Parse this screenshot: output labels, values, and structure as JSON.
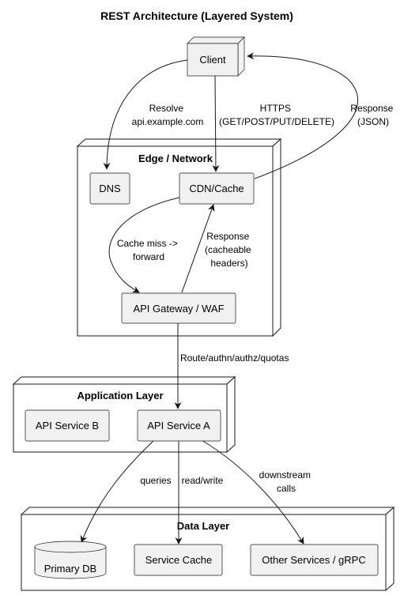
{
  "title": "REST Architecture (Layered System)",
  "groups": {
    "edge": "Edge / Network",
    "app": "Application Layer",
    "data": "Data Layer"
  },
  "nodes": {
    "client": "Client",
    "dns": "DNS",
    "cdn": "CDN/Cache",
    "gateway": "API Gateway / WAF",
    "service_b": "API Service B",
    "service_a": "API Service A",
    "primary_db": "Primary DB",
    "service_cache": "Service Cache",
    "other_services": "Other Services / gRPC"
  },
  "edges": {
    "resolve": [
      "Resolve",
      "api.example.com"
    ],
    "https": [
      "HTTPS",
      "(GET/POST/PUT/DELETE)"
    ],
    "response_json": [
      "Response",
      "(JSON)"
    ],
    "cache_miss": [
      "Cache miss ->",
      "forward"
    ],
    "response_cacheable": [
      "Response",
      "(cacheable",
      "headers)"
    ],
    "route": [
      "Route/authn/authz/quotas"
    ],
    "queries": [
      "queries"
    ],
    "read_write": [
      "read/write"
    ],
    "downstream": [
      "downstream",
      "calls"
    ]
  },
  "colors": {
    "node_fill": "#f1f1f1",
    "stroke": "#181818",
    "background": "#ffffff"
  }
}
